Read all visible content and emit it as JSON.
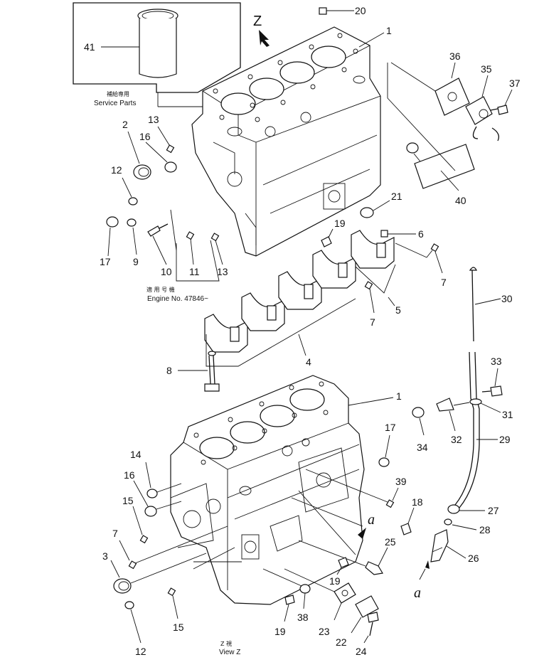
{
  "callouts": {
    "n1": "1",
    "n2": "2",
    "n3": "3",
    "n4": "4",
    "n5": "5",
    "n6": "6",
    "n7": "7",
    "n8": "8",
    "n9": "9",
    "n10": "10",
    "n11": "11",
    "n12": "12",
    "n13": "13",
    "n14": "14",
    "n15": "15",
    "n16": "16",
    "n17": "17",
    "n18": "18",
    "n19": "19",
    "n20": "20",
    "n21": "21",
    "n22": "22",
    "n23": "23",
    "n24": "24",
    "n25": "25",
    "n26": "26",
    "n27": "27",
    "n28": "28",
    "n29": "29",
    "n30": "30",
    "n31": "31",
    "n32": "32",
    "n33": "33",
    "n34": "34",
    "n35": "35",
    "n36": "36",
    "n37": "37",
    "n38": "38",
    "n39": "39",
    "n40": "40",
    "n41": "41"
  },
  "markers": {
    "view_arrow": "Z",
    "joint_a": "a"
  },
  "captions": {
    "service_parts_jp": "補給専用",
    "service_parts": "Service Parts",
    "engine_jp": "適 用 号 機",
    "engine_no": "Engine No. 47846~",
    "view_jp": "Z 視",
    "view_z": "View Z"
  }
}
